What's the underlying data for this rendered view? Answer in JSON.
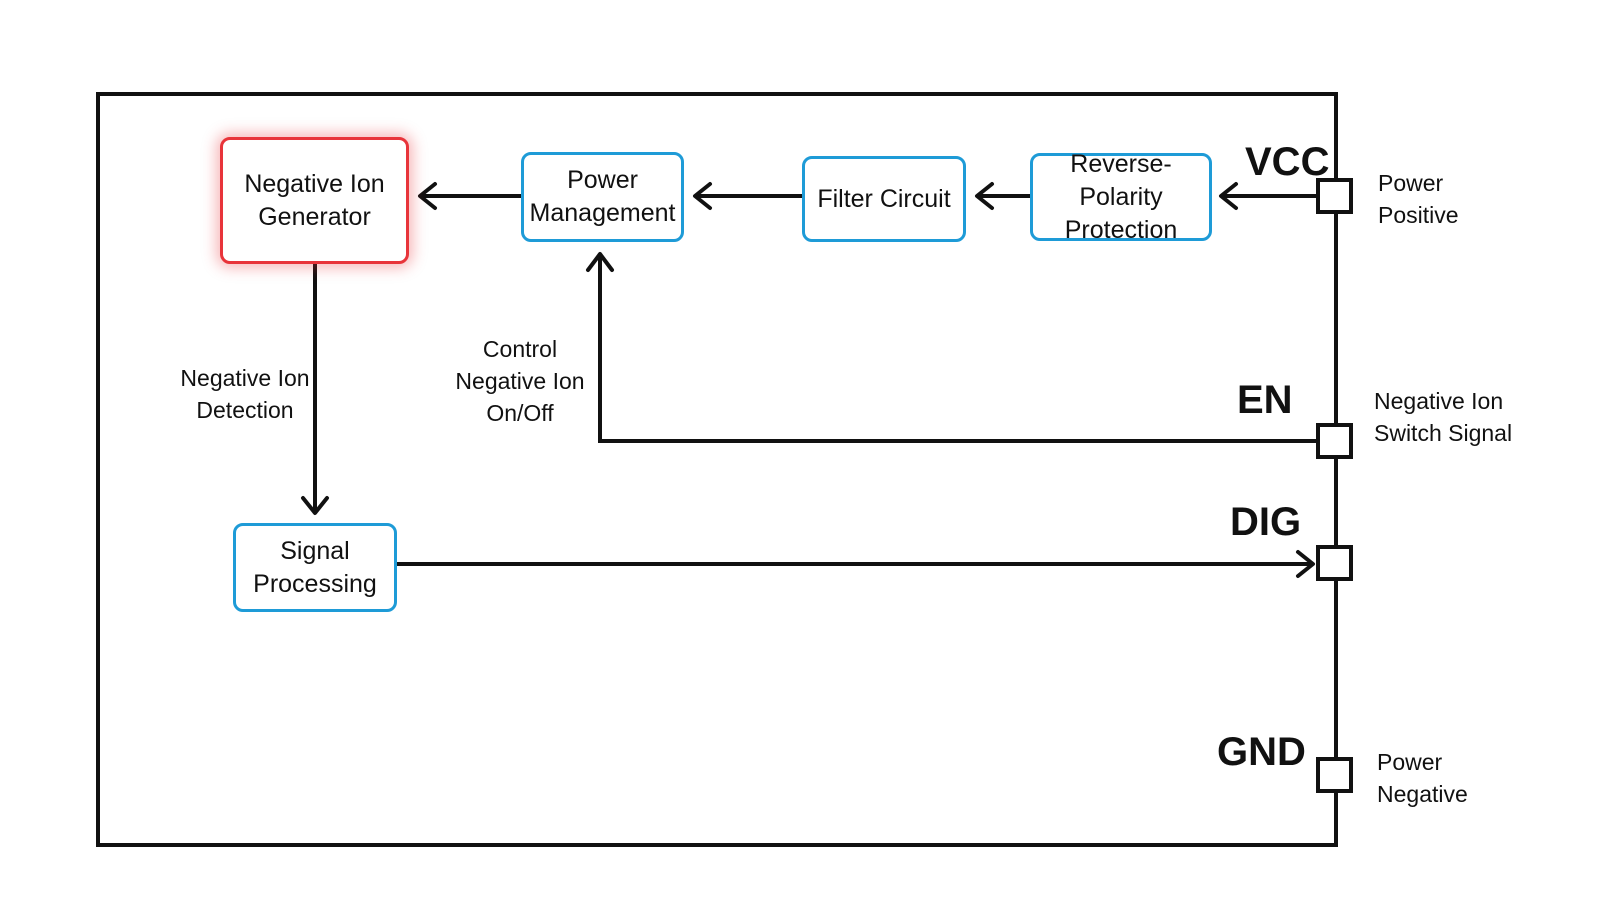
{
  "colors": {
    "block_border": "#1e9bd7",
    "highlight_border": "#e8343a",
    "line": "#111111"
  },
  "blocks": {
    "negative_ion_generator": "Negative Ion\nGenerator",
    "power_management": "Power\nManagement",
    "filter_circuit": "Filter Circuit",
    "reverse_polarity": "Reverse-Polarity\nProtection",
    "signal_processing": "Signal\nProcessing"
  },
  "signals": {
    "detection": "Negative Ion\nDetection",
    "control": "Control\nNegative Ion\nOn/Off"
  },
  "pins": [
    {
      "name": "VCC",
      "desc": "Power\nPositive"
    },
    {
      "name": "EN",
      "desc": "Negative Ion\nSwitch Signal"
    },
    {
      "name": "DIG",
      "desc": ""
    },
    {
      "name": "GND",
      "desc": "Power\nNegative"
    }
  ]
}
